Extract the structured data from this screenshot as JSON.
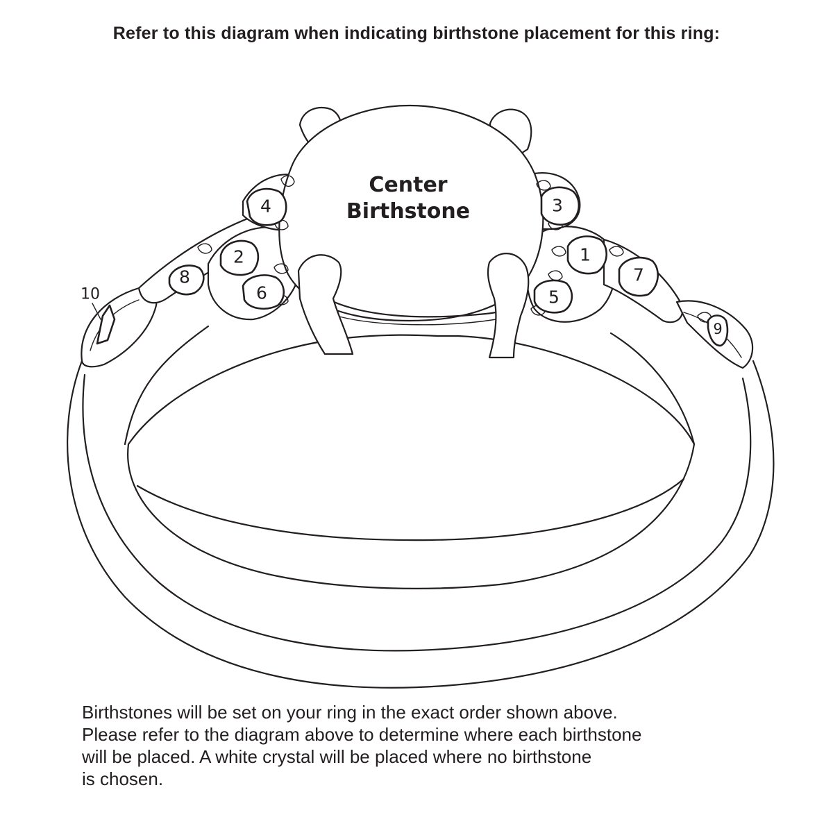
{
  "heading": "Refer to this diagram when indicating birthstone placement for this ring:",
  "center_stone": {
    "line1": "Center",
    "line2": "Birthstone"
  },
  "stones": [
    {
      "number": "1"
    },
    {
      "number": "2"
    },
    {
      "number": "3"
    },
    {
      "number": "4"
    },
    {
      "number": "5"
    },
    {
      "number": "6"
    },
    {
      "number": "7"
    },
    {
      "number": "8"
    },
    {
      "number": "9"
    },
    {
      "number": "10"
    }
  ],
  "footer": {
    "line1": "Birthstones will be set on your ring in the exact order shown above.",
    "line2": "Please refer to the diagram above to determine where each birthstone",
    "line3": "will be placed. A white crystal will be placed where no birthstone",
    "line4": "is chosen."
  },
  "colors": {
    "line": "#231f20",
    "background": "#ffffff"
  }
}
